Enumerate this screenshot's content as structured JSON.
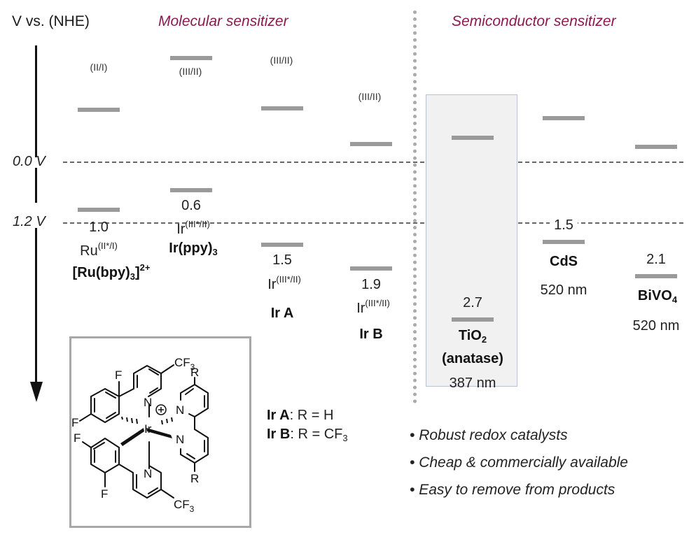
{
  "axis": {
    "title": "V vs. (NHE)",
    "label_zero": "0.0 V",
    "label_ref": "1.2 V"
  },
  "sections": {
    "molecular": "Molecular sensitizer",
    "semiconductor": "Semiconductor sensitizer"
  },
  "colors": {
    "section_title": "#8b1a52",
    "level_bar": "#9a9a9a",
    "tio2_highlight": "#f1f1f2"
  },
  "molecular": [
    {
      "id": "ru",
      "top_label": "(II/I)",
      "value": "1.0",
      "species": "Ru",
      "species_sup": "(II*/I)",
      "name": "[Ru(bpy)",
      "name_sub": "3",
      "name_tail": "]",
      "name_sup": "2+"
    },
    {
      "id": "irppy",
      "top_label": "(III/II)",
      "value": "0.6",
      "species": "Ir",
      "species_sup": "(III*/II)",
      "name": "Ir(ppy)",
      "name_sub": "3"
    },
    {
      "id": "ira",
      "top_label": "(III/II)",
      "value": "1.5",
      "species": "Ir",
      "species_sup": "(III*/II)",
      "name": "Ir A"
    },
    {
      "id": "irb",
      "top_label": "(III/II)",
      "value": "1.9",
      "species": "Ir",
      "species_sup": "(III*/II)",
      "name": "Ir B"
    }
  ],
  "semiconductor": [
    {
      "id": "tio2",
      "value": "2.7",
      "name": "TiO",
      "name_sub": "2",
      "phase": "(anatase)",
      "wavelength": "387 nm"
    },
    {
      "id": "cds",
      "value": "1.5",
      "name": "CdS",
      "wavelength": "520 nm"
    },
    {
      "id": "bivo4",
      "value": "2.1",
      "name": "BiVO",
      "name_sub": "4",
      "wavelength": "520 nm"
    }
  ],
  "structure": {
    "atoms": {
      "metal": "Ir",
      "charge": "+",
      "n": "N",
      "f": "F",
      "r": "R",
      "cf3_main": "CF",
      "cf3_sub": "3"
    }
  },
  "legend": [
    {
      "name": "Ir A",
      "rest": ": R = H",
      "sub": ""
    },
    {
      "name": "Ir B",
      "rest": ": R = CF",
      "sub": "3"
    }
  ],
  "bullets": [
    "Robust redox catalysts",
    "Cheap & commercially available",
    "Easy to remove from products"
  ]
}
